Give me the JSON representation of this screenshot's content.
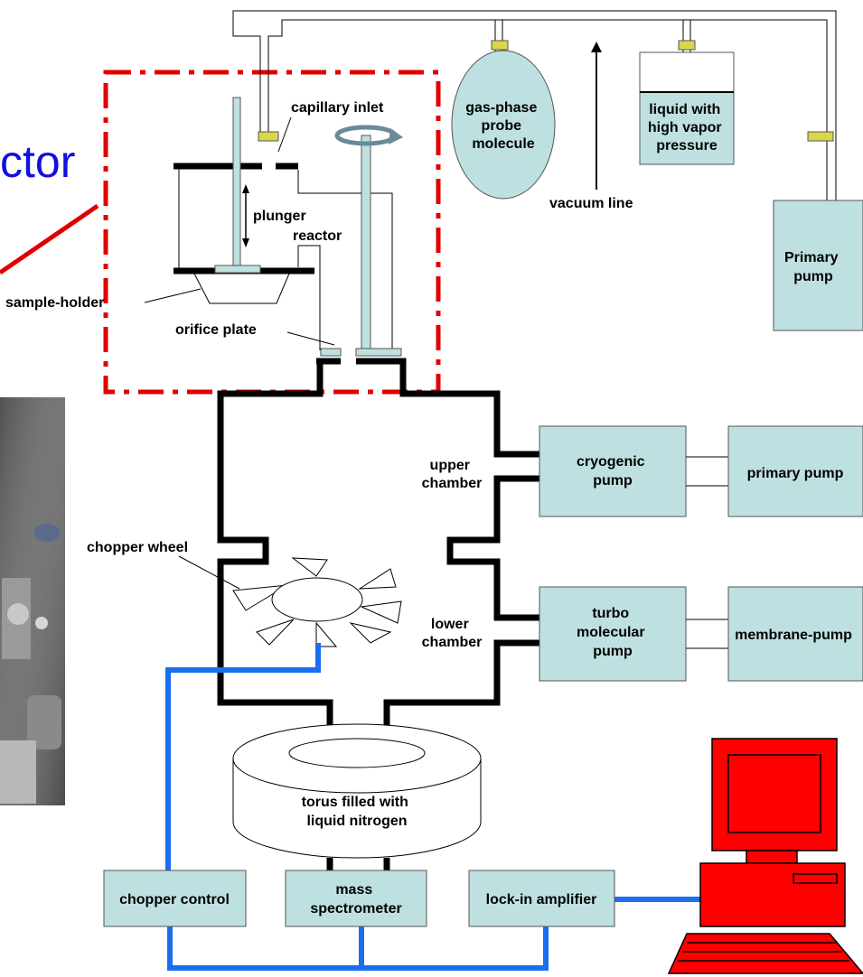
{
  "colors": {
    "component_fill": "#bfe0e0",
    "reactor_outline": "#e00000",
    "signal_wire": "#1a6ef0",
    "heading_text": "#1010e0",
    "valve": "#d8d84a",
    "computer": "#ff0000"
  },
  "heading": {
    "partial_title": "ctor"
  },
  "reactor_labels": {
    "capillary_inlet": "capillary inlet",
    "plunger": "plunger",
    "reactor": "reactor",
    "sample_holder": "sample-holder",
    "orifice_plate": "orifice plate"
  },
  "gas_line": {
    "probe_molecule": [
      "gas-phase",
      "probe",
      "molecule"
    ],
    "liquid_reservoir": [
      "liquid with",
      "high vapor",
      "pressure"
    ],
    "vacuum_line": "vacuum line",
    "primary_pump": [
      "Primary",
      "pump"
    ]
  },
  "chambers": {
    "upper": [
      "upper",
      "chamber"
    ],
    "lower": [
      "lower",
      "chamber"
    ],
    "chopper_wheel": "chopper wheel"
  },
  "pumps": {
    "cryogenic": [
      "cryogenic",
      "pump"
    ],
    "primary": "primary pump",
    "turbo": [
      "turbo",
      "molecular",
      "pump"
    ],
    "membrane": "membrane-pump"
  },
  "torus": [
    "torus filled with",
    "liquid nitrogen"
  ],
  "electronics": {
    "chopper_control": "chopper control",
    "mass_spectrometer": [
      "mass",
      "spectrometer"
    ],
    "lock_in_amplifier": "lock-in amplifier"
  },
  "icons": [
    "photo-thumbnail",
    "rotation-arrow-icon",
    "computer-icon",
    "vertical-arrow-icon"
  ]
}
